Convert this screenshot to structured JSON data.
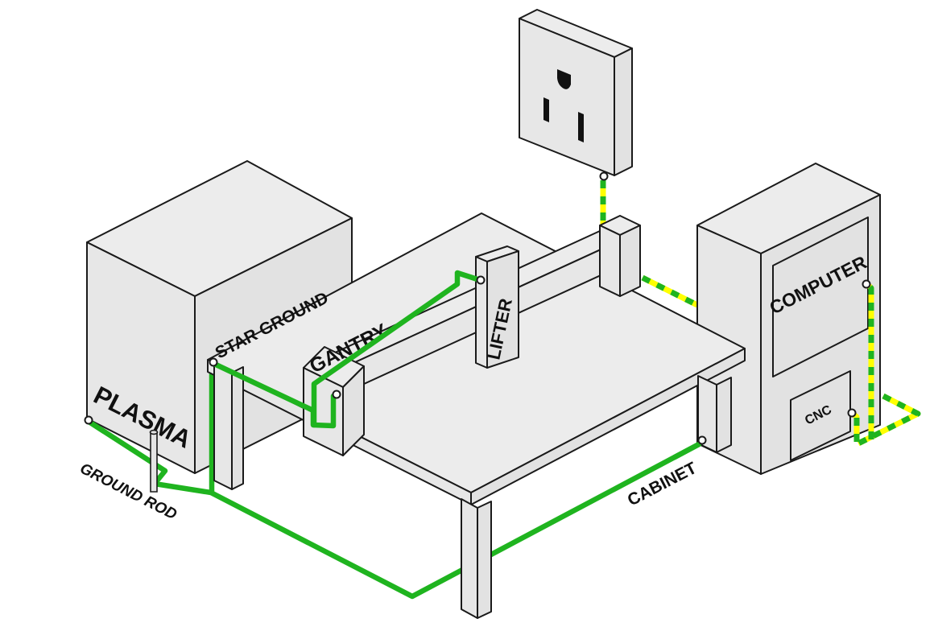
{
  "scene": {
    "description": "Isometric grounding diagram of a CNC plasma table setup",
    "background": "#ffffff",
    "labels": {
      "plasma": "PLASMA",
      "star_ground": "STAR GROUND",
      "gantry": "GANTRY",
      "lifter": "LIFTER",
      "ground_rod": "GROUND ROD",
      "cabinet": "CABINET",
      "computer": "COMPUTER",
      "cnc": "CNC"
    },
    "colors": {
      "ground_wire_green": "#1fb41f",
      "ac_wire_yellow": "#ffff00",
      "ac_wire_green_stripe": "#1fb41f",
      "face_top": "#ececec",
      "face_left": "#e7e7e7",
      "face_right": "#e2e2e2",
      "outline": "#1a1a1a",
      "label_text": "#111111",
      "connector_fill": "#ffffff"
    }
  }
}
